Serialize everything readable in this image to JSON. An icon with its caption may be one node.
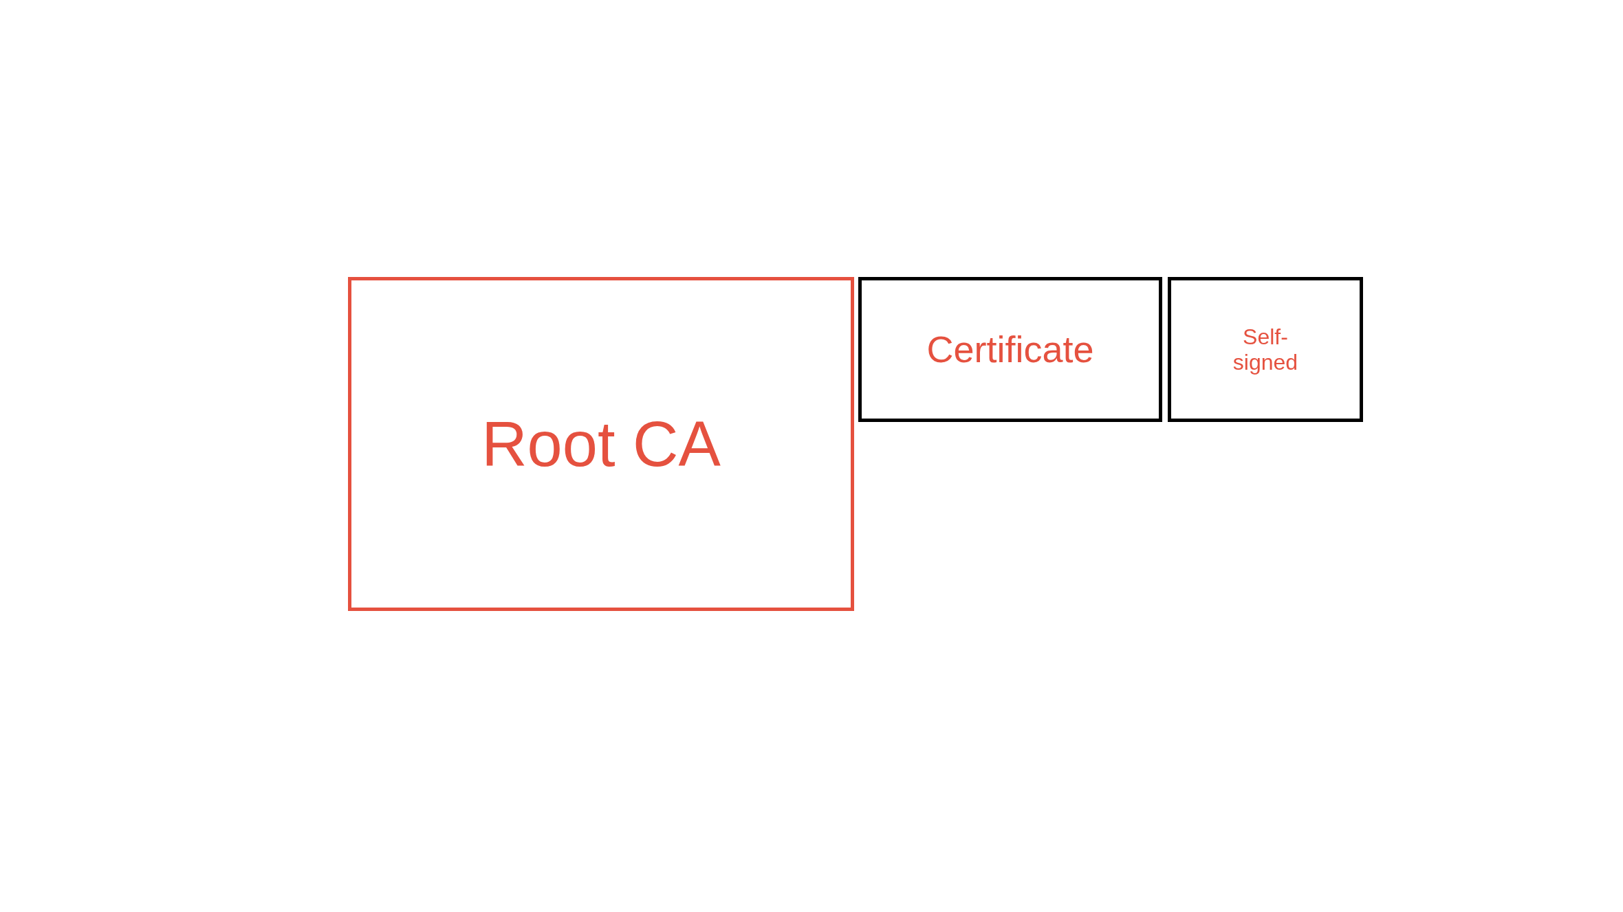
{
  "diagram": {
    "nodes": [
      {
        "text": [
          "Root CA"
        ]
      },
      {
        "text": [
          "Certificate"
        ]
      },
      {
        "text": [
          "Self-signed"
        ]
      }
    ]
  }
}
